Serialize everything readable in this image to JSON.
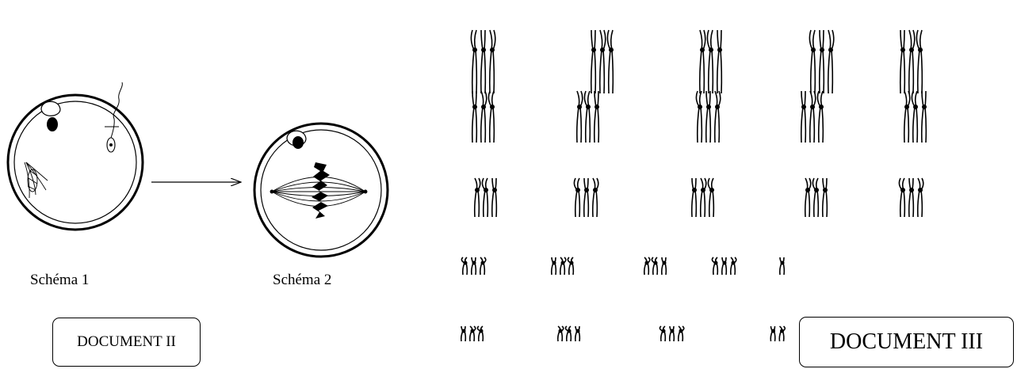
{
  "document2": {
    "schema1_label": "Schéma 1",
    "schema2_label": "Schéma 2",
    "title": "DOCUMENT II"
  },
  "document3": {
    "title": "DOCUMENT III",
    "karyotype_rows": [
      {
        "groups": [
          3,
          3,
          3,
          3,
          3
        ]
      },
      {
        "groups": [
          3,
          3,
          3,
          3,
          3
        ]
      },
      {
        "groups": [
          3,
          3,
          3,
          3,
          3
        ]
      },
      {
        "groups": [
          3,
          3,
          3,
          3,
          1
        ]
      },
      {
        "groups": [
          3,
          3,
          3,
          2
        ]
      }
    ]
  }
}
